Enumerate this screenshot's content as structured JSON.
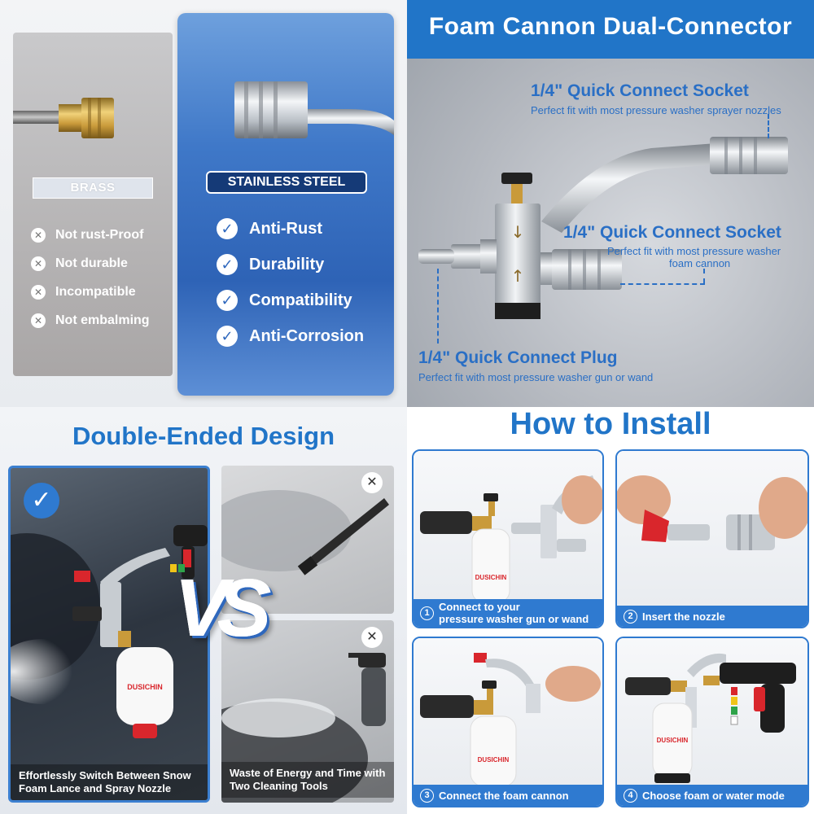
{
  "materials": {
    "brass": {
      "label": "BRASS",
      "cons": [
        "Not rust-Proof",
        "Not durable",
        "Incompatible",
        "Not embalming"
      ]
    },
    "steel": {
      "label": "STAINLESS STEEL",
      "pros": [
        "Anti-Rust",
        "Durability",
        "Compatibility",
        "Anti-Corrosion"
      ]
    }
  },
  "connector": {
    "title": "Foam Cannon Dual-Connector",
    "callouts": [
      {
        "title": "1/4\" Quick Connect Socket",
        "sub": "Perfect fit with most pressure washer sprayer nozzles"
      },
      {
        "title": "1/4\" Quick Connect Socket",
        "sub_line1": "Perfect fit with most pressure washer",
        "sub_line2": "foam cannon"
      },
      {
        "title": "1/4\" Quick Connect Plug",
        "sub": "Perfect fit with most pressure washer gun or wand"
      }
    ]
  },
  "double_ended": {
    "title": "Double-Ended Design",
    "vs": "VS",
    "good_caption": "Effortlessly Switch Between Snow Foam Lance and Spray Nozzle",
    "bad_caption": "Waste of Energy and Time with Two Cleaning Tools",
    "bottle_brand": "DUSICHIN"
  },
  "install": {
    "title": "How to Install",
    "steps": [
      {
        "num": "1",
        "line1": "Connect to your",
        "line2": "pressure washer gun or wand"
      },
      {
        "num": "2",
        "line1": "Insert the nozzle"
      },
      {
        "num": "3",
        "line1": "Connect the foam cannon"
      },
      {
        "num": "4",
        "line1": "Choose foam or water mode"
      }
    ]
  },
  "colors": {
    "accent_blue": "#2175c8",
    "dark_blue": "#153a77",
    "nozzle_red": "#d9262c",
    "nozzle_green": "#2fa34a",
    "nozzle_yellow": "#f0c419",
    "brass": "#c99a3a"
  }
}
